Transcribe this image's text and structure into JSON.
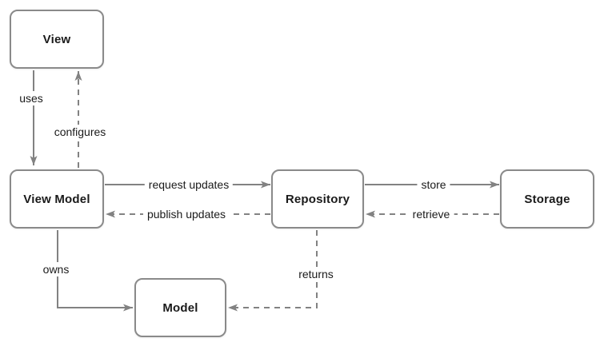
{
  "diagram": {
    "type": "architecture-flow-diagram",
    "background": "#ffffff"
  },
  "colors": {
    "line_stroke": "#828282",
    "node_border": "#8a8a8a",
    "node_fill": "#ffffff",
    "text": "#1a1a1a",
    "label_background": "#ffffff"
  },
  "nodes": [
    {
      "id": "view",
      "label": "View"
    },
    {
      "id": "view-model",
      "label": "View Model"
    },
    {
      "id": "repository",
      "label": "Repository"
    },
    {
      "id": "storage",
      "label": "Storage"
    },
    {
      "id": "model",
      "label": "Model"
    }
  ],
  "edges": [
    {
      "id": "uses",
      "label": "uses",
      "from": "view",
      "to": "view-model",
      "style": "solid"
    },
    {
      "id": "configures",
      "label": "configures",
      "from": "view-model",
      "to": "view",
      "style": "dashed"
    },
    {
      "id": "request-updates",
      "label": "request updates",
      "from": "view-model",
      "to": "repository",
      "style": "solid"
    },
    {
      "id": "publish-updates",
      "label": "publish updates",
      "from": "repository",
      "to": "view-model",
      "style": "dashed"
    },
    {
      "id": "store",
      "label": "store",
      "from": "repository",
      "to": "storage",
      "style": "solid"
    },
    {
      "id": "retrieve",
      "label": "retrieve",
      "from": "storage",
      "to": "repository",
      "style": "dashed"
    },
    {
      "id": "owns",
      "label": "owns",
      "from": "view-model",
      "to": "model",
      "style": "solid"
    },
    {
      "id": "returns",
      "label": "returns",
      "from": "repository",
      "to": "model",
      "style": "dashed"
    }
  ]
}
